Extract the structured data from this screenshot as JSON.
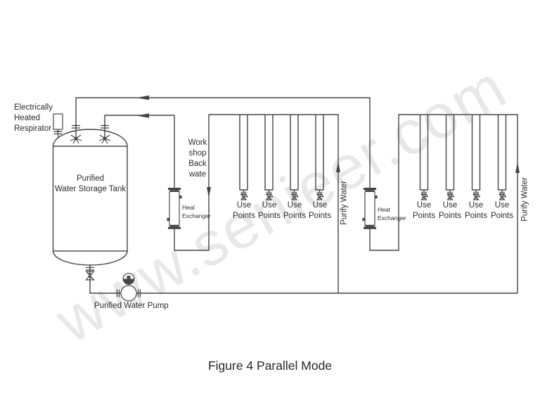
{
  "diagram": {
    "caption": "Figure 4 Parallel Mode",
    "watermark": "www.senieer.com",
    "tank": {
      "line1": "Purified",
      "line2": "Water Storage Tank"
    },
    "respirator": {
      "line1": "Electrically",
      "line2": "Heated",
      "line3": "Respirator"
    },
    "workshop_back_water": {
      "line1": "Work",
      "line2": "shop",
      "line3": "Back",
      "line4": "wate"
    },
    "pump_label": "Purified Water Pump",
    "use_point": {
      "line1": "Use",
      "line2": "Points"
    },
    "loop_left": {
      "purify_water": "Purify Water",
      "heat_exchanger": {
        "line1": "Heat",
        "line2": "Exchanger"
      },
      "use_point_count": 4
    },
    "loop_right": {
      "purify_water": "Purify Water",
      "heat_exchanger": {
        "line1": "Heat",
        "line2": "Exchanger"
      },
      "use_point_count": 4
    }
  },
  "colors": {
    "line": "#454545",
    "text": "#2b2b2b",
    "watermark": "#e8e8e8",
    "background": "#ffffff"
  }
}
